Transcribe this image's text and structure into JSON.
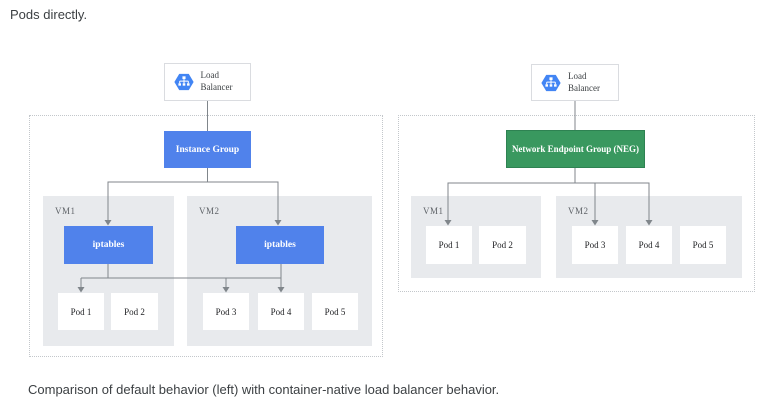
{
  "page": {
    "intro_text": "Pods directly.",
    "caption": "Comparison of default behavior (left) with container-native load balancer behavior."
  },
  "colors": {
    "node_blue": "#5082eb",
    "node_green": "#39985f",
    "vm_gray": "#e8eaed",
    "connector_gray": "#80868b",
    "lb_icon_blue": "#4285f4"
  },
  "left": {
    "load_balancer_label": "Load Balancer",
    "root_label": "Instance Group",
    "vm1": {
      "label": "VM1",
      "node_label": "iptables",
      "pods": [
        "Pod 1",
        "Pod 2"
      ]
    },
    "vm2": {
      "label": "VM2",
      "node_label": "iptables",
      "pods": [
        "Pod 3",
        "Pod 4",
        "Pod 5"
      ]
    }
  },
  "right": {
    "load_balancer_label": "Load Balancer",
    "root_label": "Network Endpoint Group (NEG)",
    "vm1": {
      "label": "VM1",
      "pods": [
        "Pod 1",
        "Pod 2"
      ]
    },
    "vm2": {
      "label": "VM2",
      "pods": [
        "Pod 3",
        "Pod 4",
        "Pod 5"
      ]
    }
  }
}
